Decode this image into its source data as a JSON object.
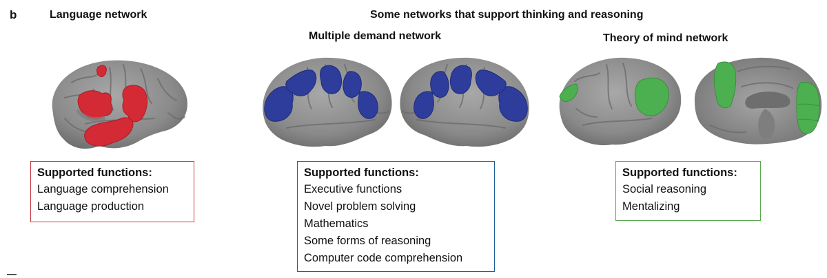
{
  "panel_label": "b",
  "colors": {
    "language": "#d42a35",
    "multiple_demand": "#2e3d9b",
    "theory_of_mind": "#4cb050",
    "language_border": "#c9353f",
    "multiple_demand_border": "#1f5e97",
    "theory_of_mind_border": "#5aa84f",
    "cortex": "#8b8b8b"
  },
  "group_title": "Some networks that support thinking and reasoning",
  "networks": [
    {
      "title": "Language network",
      "box_heading": "Supported functions:",
      "functions": [
        "Language comprehension",
        "Language production"
      ]
    },
    {
      "title": "Multiple demand network",
      "box_heading": "Supported functions:",
      "functions": [
        "Executive functions",
        "Novel problem solving",
        "Mathematics",
        "Some forms of reasoning",
        "Computer code comprehension"
      ]
    },
    {
      "title": "Theory of mind network",
      "box_heading": "Supported functions:",
      "functions": [
        "Social reasoning",
        "Mentalizing"
      ]
    }
  ]
}
